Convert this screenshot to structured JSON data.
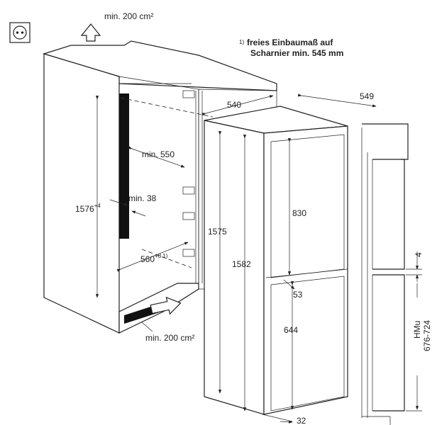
{
  "title_note": {
    "marker": "1)",
    "line1": "freies Einbaumaß auf",
    "line2": "Scharnier min. 545 mm"
  },
  "ventilation": {
    "top": "min. 200 cm²",
    "bottom": "min. 200 cm²"
  },
  "dimensions": {
    "niche_depth": "540",
    "appliance_depth": "549",
    "min_width": "min. 550",
    "min_side": "min. 38",
    "niche_height": "1576",
    "niche_height_tol": "+4",
    "niche_width": "560",
    "niche_width_tol": "+8",
    "niche_width_note": "1)",
    "appliance_height": "1575",
    "door_total_height": "1582",
    "upper_door": "830",
    "door_gap": "53",
    "lower_door": "644",
    "bottom_offset": "32",
    "furniture_gap": "4",
    "hmu_label": "HMu",
    "hmu_range": "676-724"
  },
  "icons": [
    "power-socket-icon",
    "airflow-up-arrow-icon",
    "airflow-in-arrow-icon"
  ]
}
